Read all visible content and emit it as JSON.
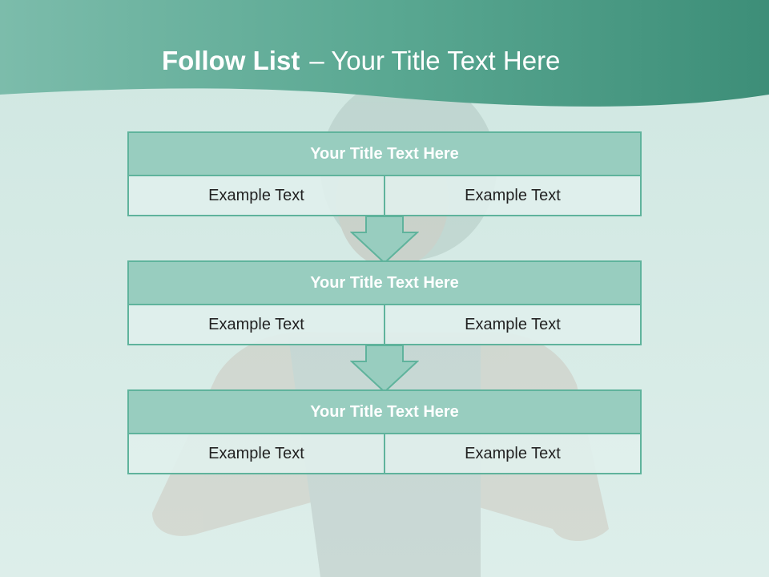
{
  "header": {
    "title_strong": "Follow List",
    "title_rest": "– Your Title Text Here"
  },
  "steps": [
    {
      "title": "Your Title Text Here",
      "left": "Example Text",
      "right": "Example Text"
    },
    {
      "title": "Your Title Text Here",
      "left": "Example Text",
      "right": "Example Text"
    },
    {
      "title": "Your Title Text Here",
      "left": "Example Text",
      "right": "Example Text"
    }
  ],
  "colors": {
    "accent": "#4fa58e",
    "title_fill": "#98cdbf",
    "border": "#5fb39c",
    "background": "#d6ebe6"
  }
}
